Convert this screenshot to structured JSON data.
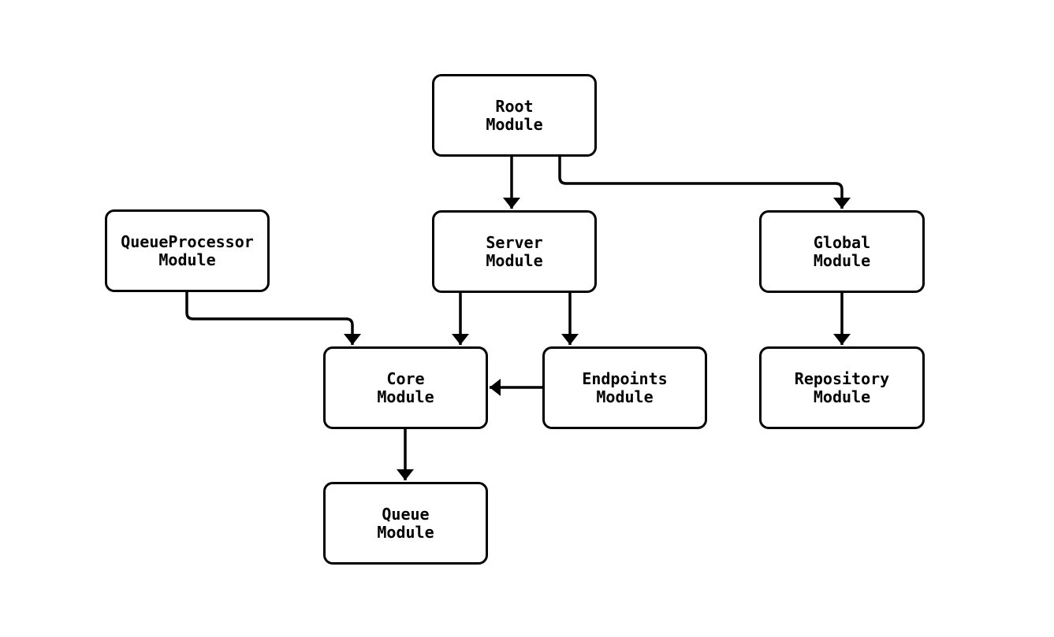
{
  "canvas": {
    "background_color": "#ffffff",
    "stroke_color": "#000000",
    "text_color": "#000000"
  },
  "diagram": {
    "type": "module-dependency-flowchart",
    "nodes": [
      {
        "id": "root",
        "label": "Root\nModule"
      },
      {
        "id": "queueprocessor",
        "label": "QueueProcessor\nModule"
      },
      {
        "id": "server",
        "label": "Server\nModule"
      },
      {
        "id": "global",
        "label": "Global\nModule"
      },
      {
        "id": "core",
        "label": "Core\nModule"
      },
      {
        "id": "endpoints",
        "label": "Endpoints\nModule"
      },
      {
        "id": "repository",
        "label": "Repository\nModule"
      },
      {
        "id": "queue",
        "label": "Queue\nModule"
      }
    ],
    "edges": [
      {
        "from": "Root Module",
        "to": "Server Module"
      },
      {
        "from": "Root Module",
        "to": "Global Module"
      },
      {
        "from": "QueueProcessor Module",
        "to": "Core Module"
      },
      {
        "from": "Server Module",
        "to": "Core Module"
      },
      {
        "from": "Server Module",
        "to": "Endpoints Module"
      },
      {
        "from": "Endpoints Module",
        "to": "Core Module"
      },
      {
        "from": "Core Module",
        "to": "Queue Module"
      },
      {
        "from": "Global Module",
        "to": "Repository Module"
      }
    ]
  }
}
